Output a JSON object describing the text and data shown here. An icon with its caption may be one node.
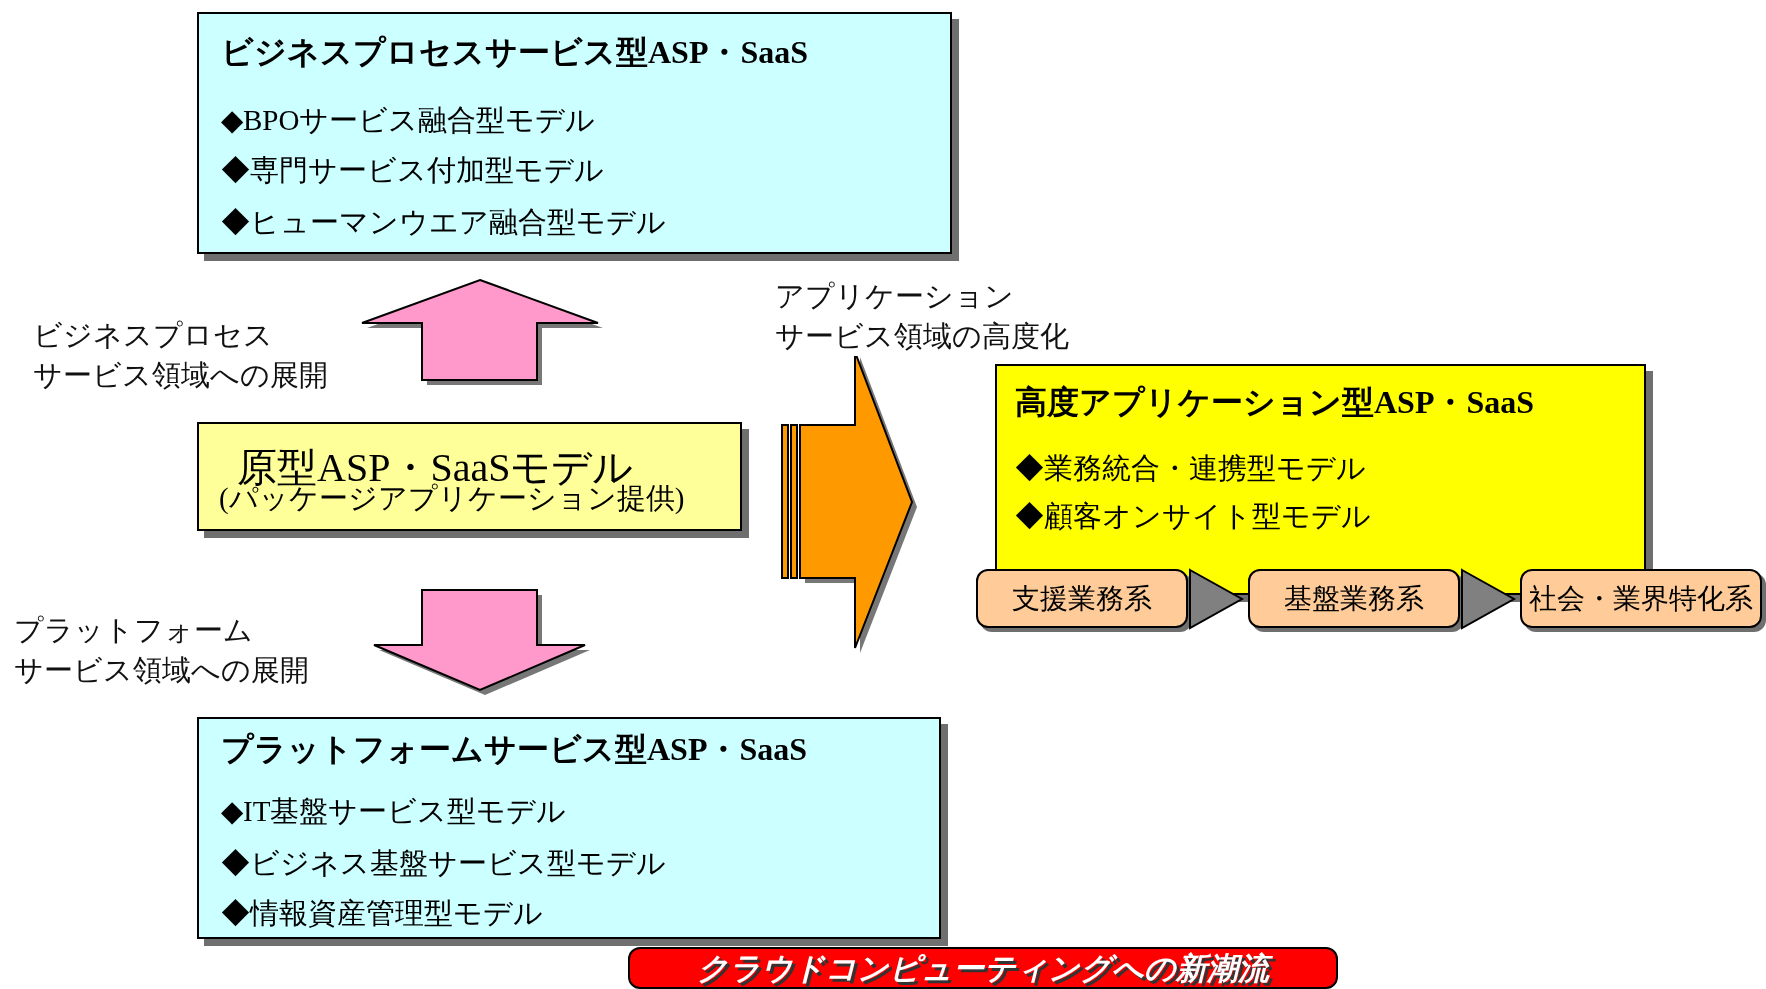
{
  "diagram": {
    "nodes": [
      {
        "text": [
          "ビジネスプロセスサービス型ASP・SaaS",
          "◆BPOサービス融合型モデル",
          "◆専門サービス付加型モデル",
          "◆ヒューマンウエア融合型モデル"
        ]
      },
      {
        "text": [
          "原型ASP・SaaSモデル",
          "(パッケージアプリケーション提供)"
        ]
      },
      {
        "text": [
          "プラットフォームサービス型ASP・SaaS",
          "◆IT基盤サービス型モデル",
          "◆ビジネス基盤サービス型モデル",
          "◆情報資産管理型モデル"
        ]
      },
      {
        "text": [
          "高度アプリケーション型ASP・SaaS",
          "◆業務統合・連携型モデル",
          "◆顧客オンサイト型モデル"
        ]
      },
      {
        "text": [
          "支援業務系"
        ]
      },
      {
        "text": [
          "基盤業務系"
        ]
      },
      {
        "text": [
          "社会・業界特化系"
        ]
      },
      {
        "text": [
          "クラウドコンピューティングへの新潮流"
        ]
      }
    ],
    "edges": [
      {
        "from": 1,
        "to": 0,
        "arrow": "to",
        "color": "#ff99cc"
      },
      {
        "from": 1,
        "to": 2,
        "arrow": "to",
        "color": "#ff99cc"
      },
      {
        "from": 1,
        "to": 3,
        "arrow": "to",
        "color": "#ff9900"
      },
      {
        "from": 4,
        "to": 5,
        "arrow": "to",
        "color": "#808080"
      },
      {
        "from": 5,
        "to": 6,
        "arrow": "to",
        "color": "#808080"
      }
    ],
    "labels": [
      "ビジネスプロセスサービス領域への展開",
      "アプリケーションサービス領域の高度化",
      "プラットフォームサービス領域への展開"
    ]
  }
}
